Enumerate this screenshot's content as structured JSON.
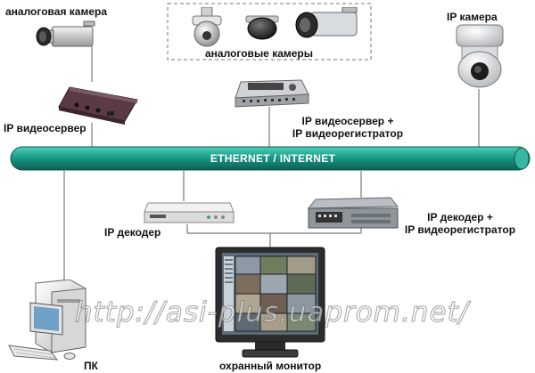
{
  "nodes": {
    "analog_camera": "аналоговая камера",
    "analog_cameras": "аналоговые камеры",
    "ip_camera": "IP камера",
    "ip_videoserver": "IP видеосервер",
    "ip_videoserver_registrator_line1": "IP видеосервер +",
    "ip_videoserver_registrator_line2": "IP видеорегистратор",
    "network": "ETHERNET / INTERNET",
    "ip_decoder": "IP декодер",
    "ip_decoder_registrator_line1": "IP  декодер +",
    "ip_decoder_registrator_line2": "IP видеорегистратор",
    "pc": "ПК",
    "security_monitor": "охранный монитор"
  },
  "watermark": "http://asi-plus.uaprom.net/",
  "colors": {
    "bus_fill": "#1a9c86",
    "bus_edge": "#0c5e52",
    "wire": "#7a7a7a"
  }
}
